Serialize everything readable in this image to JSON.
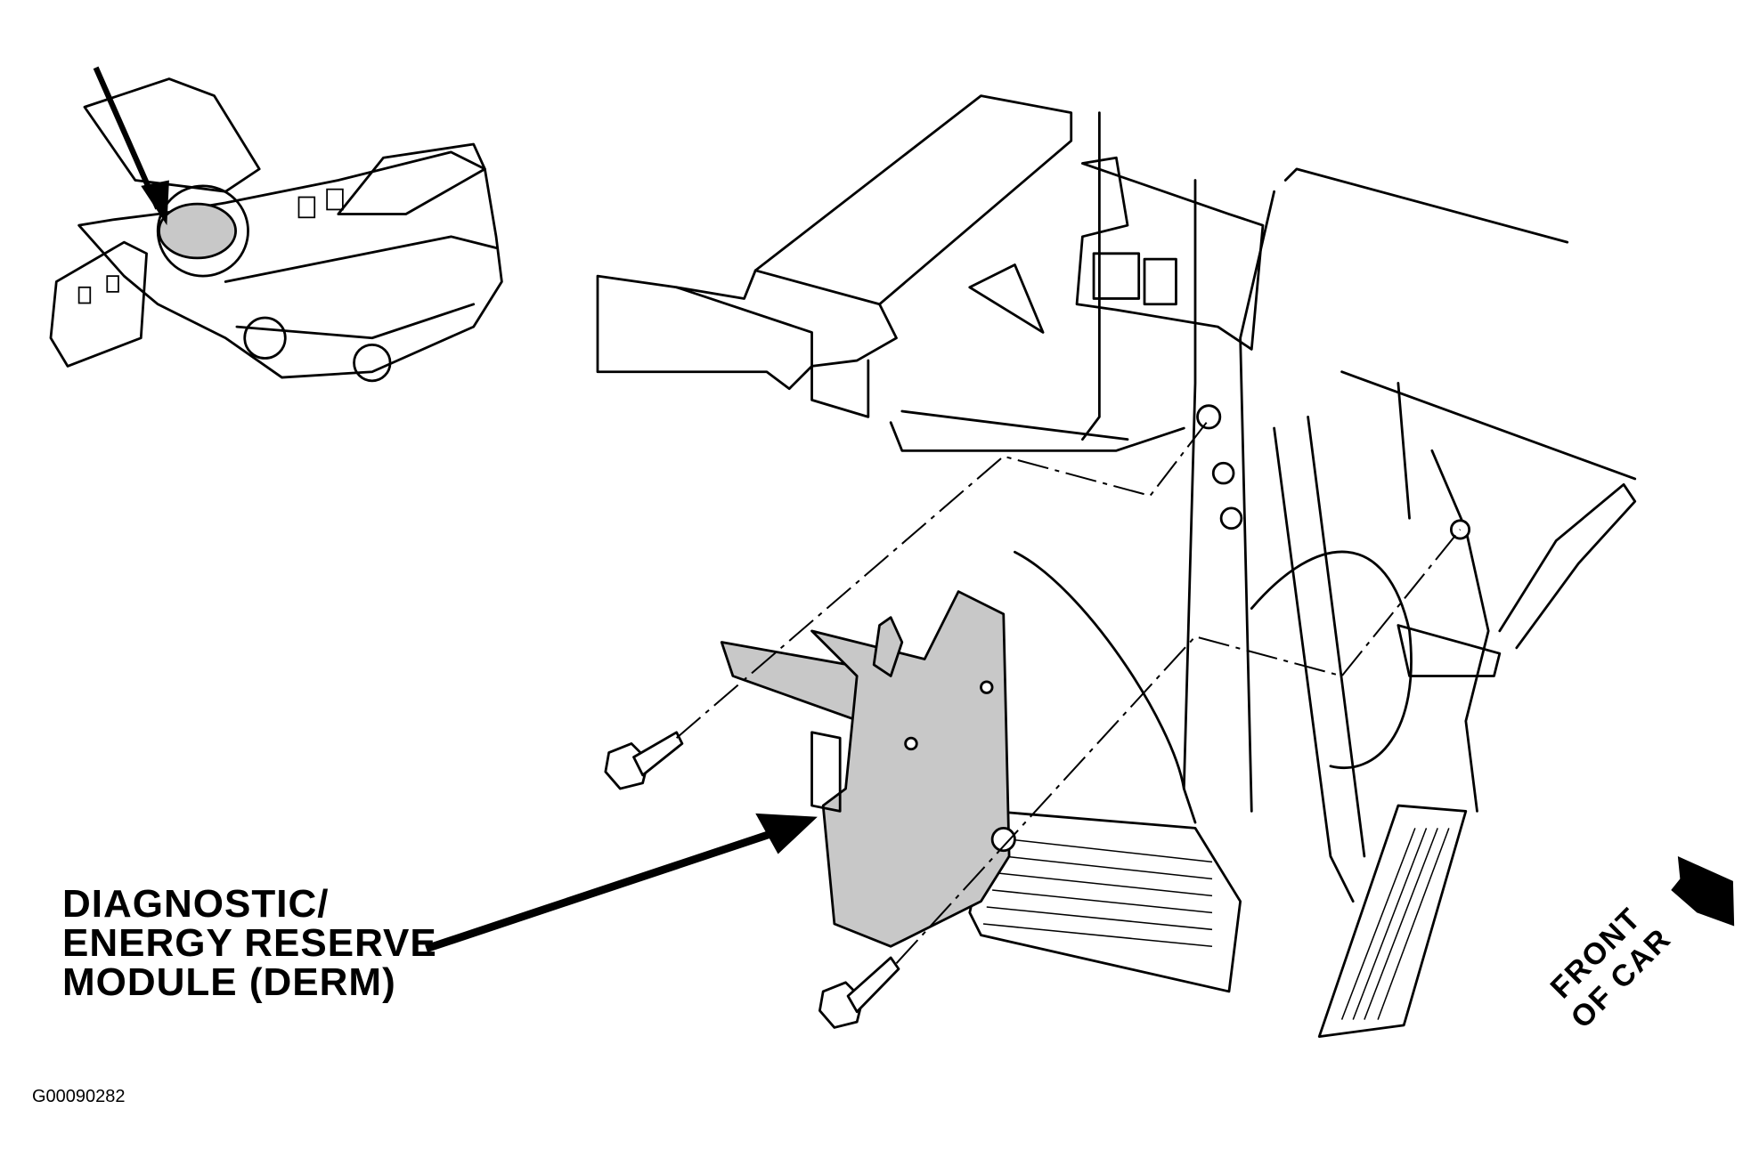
{
  "callout": {
    "lines": [
      "DIAGNOSTIC/",
      "ENERGY RESERVE",
      "MODULE (DERM)"
    ]
  },
  "direction": {
    "lines": [
      "FRONT",
      "OF CAR"
    ]
  },
  "figure_code": "G00090282"
}
